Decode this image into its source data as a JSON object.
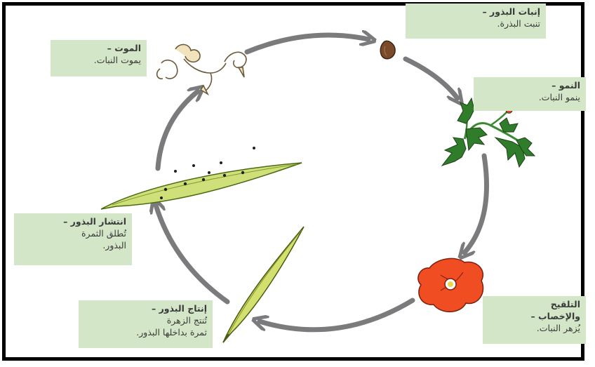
{
  "colors": {
    "label_bg": "#d3e7c8",
    "arrow": "#7b7b7d",
    "seed": "#7a4a2b",
    "leaves": "#2f7d2a",
    "flower": "#f04d22",
    "pod": "#d3df6f",
    "dead_plant": "#f1e3bd"
  },
  "stages": [
    {
      "title": "إنبات البذور –",
      "desc": "تنبت البذرة."
    },
    {
      "title": "النمو –",
      "desc": "ينمو النبات."
    },
    {
      "title": "التلقيح",
      "title2": "والإخصاب –",
      "desc": "يُزهر النبات."
    },
    {
      "title": "إنتاج البذور –",
      "desc": "تُنتج الزهرة",
      "desc2": "ثمرة بداخلها البذور."
    },
    {
      "title": "انتشار البذور –",
      "desc": "تُطلق الثمرة",
      "desc2": "البذور."
    },
    {
      "title": "الموت –",
      "desc": "يموت النبات."
    }
  ]
}
